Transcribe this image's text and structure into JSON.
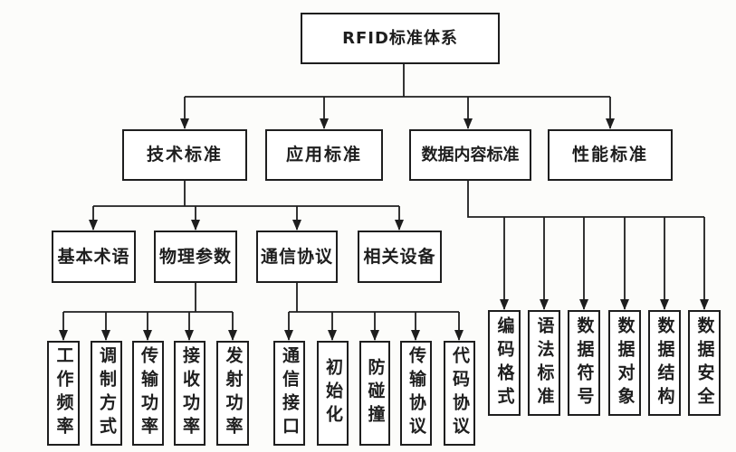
{
  "colors": {
    "line": "#1e1e1e",
    "box-bg": "#ffffff",
    "page-bg": "#fcfcfa"
  },
  "tree": {
    "root": {
      "label": "RFID标准体系",
      "children": [
        {
          "label": "技术标准",
          "children": [
            {
              "label": "基本术语"
            },
            {
              "label": "物理参数",
              "children": [
                {
                  "label": "工作频率"
                },
                {
                  "label": "调制方式"
                },
                {
                  "label": "传输功率"
                },
                {
                  "label": "接收功率"
                },
                {
                  "label": "发射功率"
                }
              ]
            },
            {
              "label": "通信协议",
              "children": [
                {
                  "label": "通信接口"
                },
                {
                  "label": "初始化"
                },
                {
                  "label": "防碰撞"
                },
                {
                  "label": "传输协议"
                },
                {
                  "label": "代码协议"
                }
              ]
            },
            {
              "label": "相关设备"
            }
          ]
        },
        {
          "label": "应用标准"
        },
        {
          "label": "数据内容标准",
          "children": [
            {
              "label": "编码格式"
            },
            {
              "label": "语法标准"
            },
            {
              "label": "数据符号"
            },
            {
              "label": "数据对象"
            },
            {
              "label": "数据结构"
            },
            {
              "label": "数据安全"
            }
          ]
        },
        {
          "label": "性能标准"
        }
      ]
    }
  }
}
